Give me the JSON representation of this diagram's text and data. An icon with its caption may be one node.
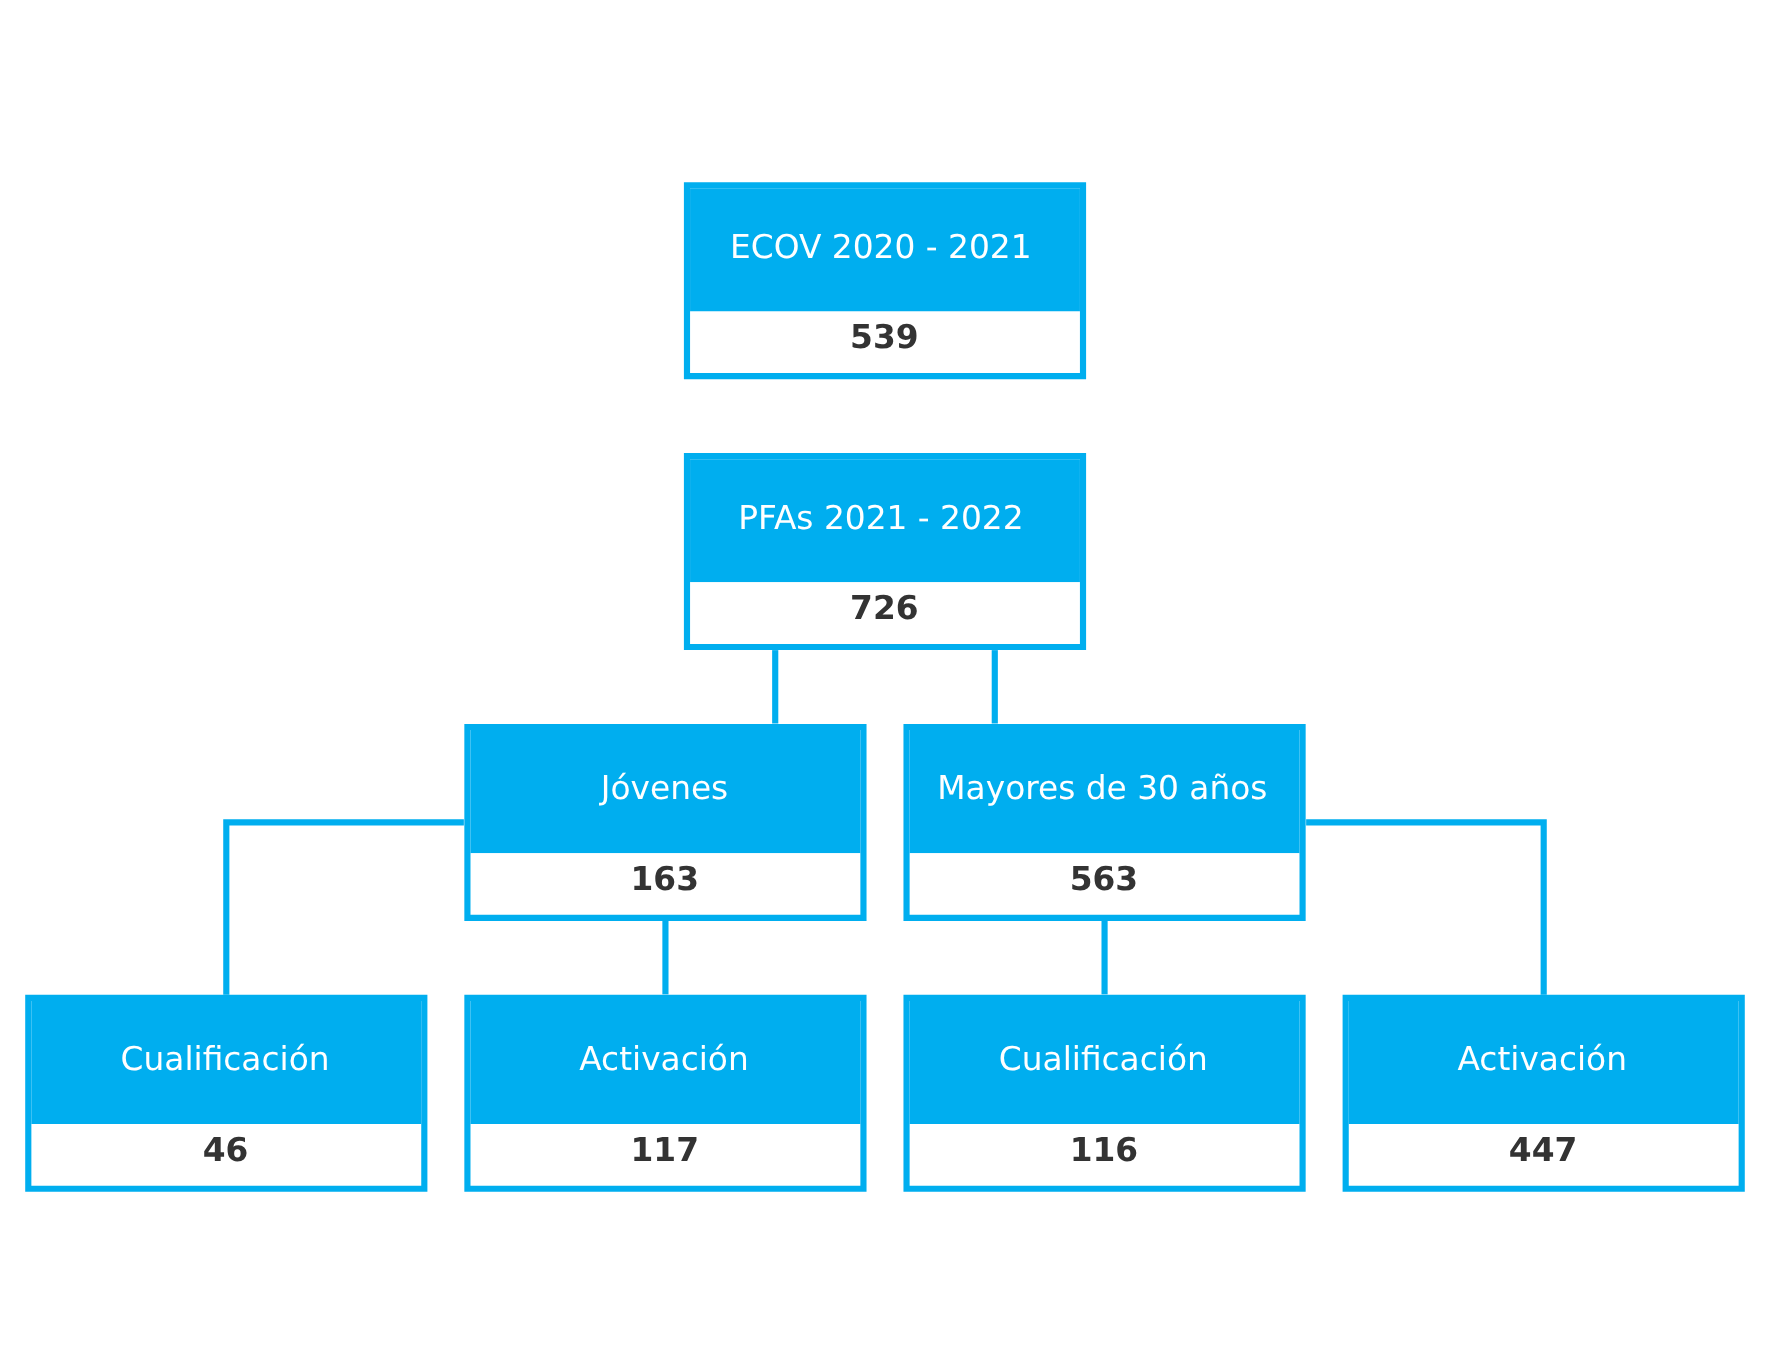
{
  "diagram": {
    "nodes": [
      {
        "text": [
          "ECOV 2020 - 2021",
          "539"
        ]
      },
      {
        "text": [
          "PFAs 2021 - 2022",
          "726"
        ]
      },
      {
        "text": [
          "Jóvenes",
          "163"
        ]
      },
      {
        "text": [
          "Mayores de 30 años",
          "563"
        ]
      },
      {
        "text": [
          "Cualificación",
          "46"
        ]
      },
      {
        "text": [
          "Activación",
          "117"
        ]
      },
      {
        "text": [
          "Cualificación",
          "116"
        ]
      },
      {
        "text": [
          "Activación",
          "447"
        ]
      }
    ],
    "edges": [
      {
        "from": 1,
        "to": 2,
        "arrow": "none"
      },
      {
        "from": 1,
        "to": 3,
        "arrow": "none"
      },
      {
        "from": 2,
        "to": 4,
        "arrow": "none"
      },
      {
        "from": 2,
        "to": 5,
        "arrow": "none"
      },
      {
        "from": 3,
        "to": 6,
        "arrow": "none"
      },
      {
        "from": 3,
        "to": 7,
        "arrow": "none"
      }
    ]
  }
}
